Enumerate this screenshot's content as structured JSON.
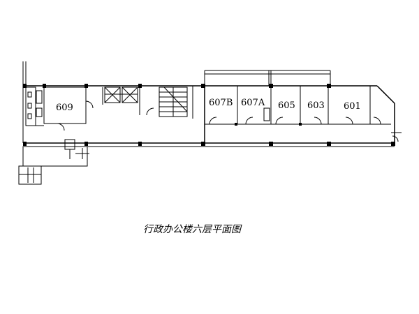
{
  "caption": "行政办公楼六层平面图",
  "rooms": [
    {
      "id": "609",
      "label": "609"
    },
    {
      "id": "607b",
      "label": "607B"
    },
    {
      "id": "607a",
      "label": "607A"
    },
    {
      "id": "605",
      "label": "605"
    },
    {
      "id": "603",
      "label": "603"
    },
    {
      "id": "601",
      "label": "601"
    }
  ]
}
